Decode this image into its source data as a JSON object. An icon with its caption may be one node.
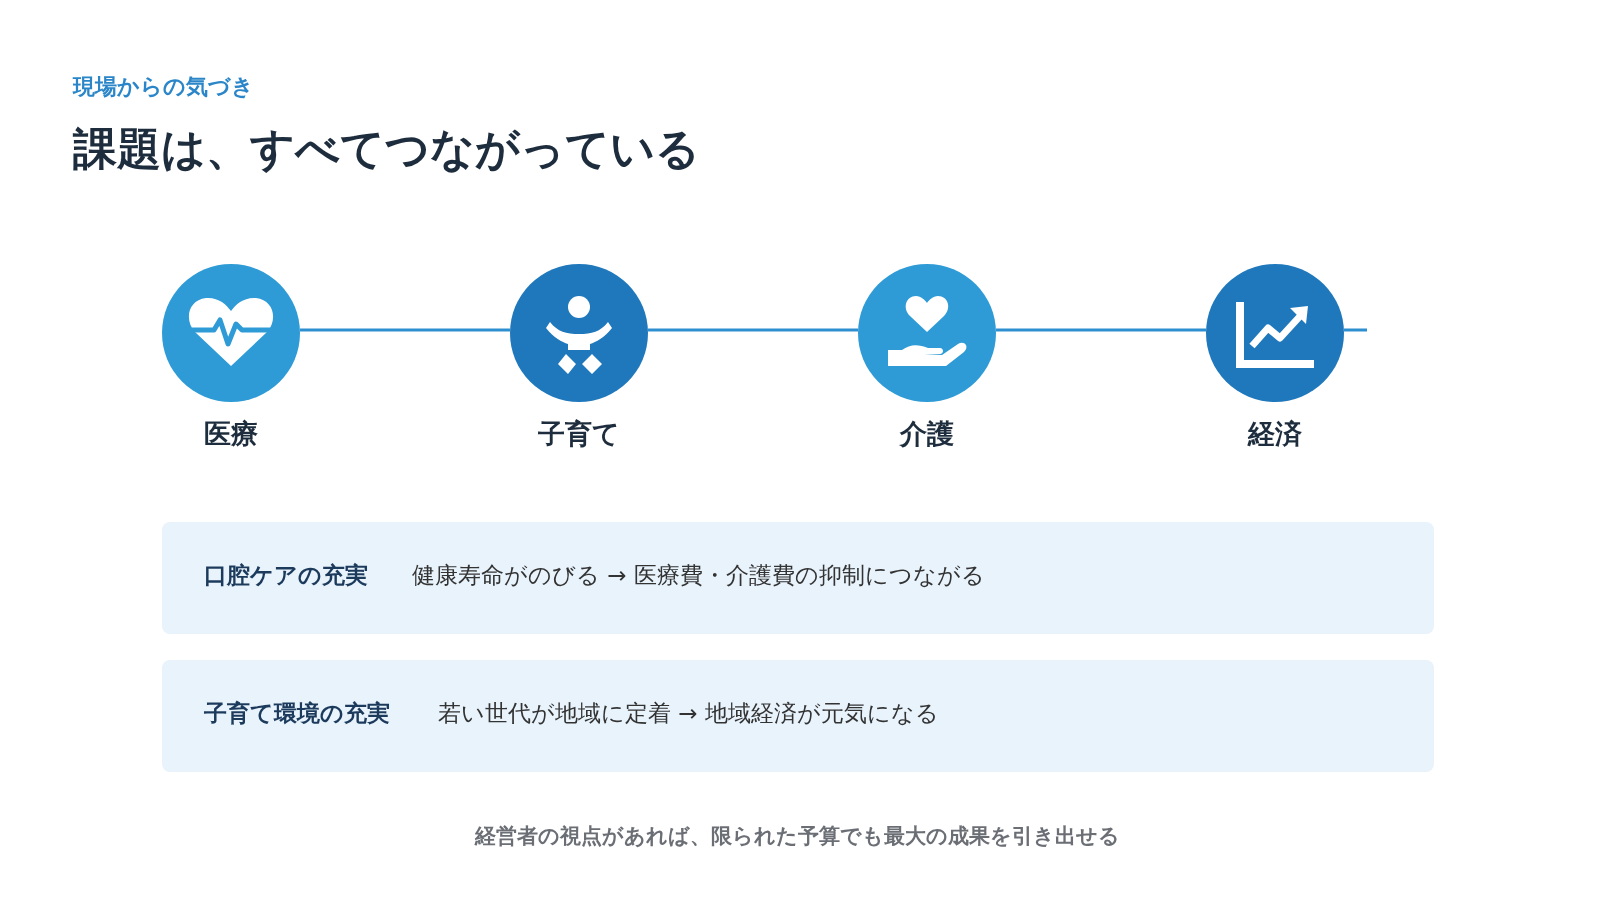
{
  "diagram": {
    "title": "課題は、すべてつながっている",
    "nodes": [
      {
        "text": [
          "医療"
        ]
      },
      {
        "text": [
          "子育て"
        ]
      },
      {
        "text": [
          "介護"
        ]
      },
      {
        "text": [
          "経済"
        ]
      },
      {
        "text": [
          "口腔ケアの充実",
          "健康寿命がのびる → 医療費・介護費の抑制につながる"
        ]
      },
      {
        "text": [
          "子育て環境の充実",
          "若い世代が地域に定着 → 地域経済が元気になる"
        ]
      }
    ],
    "edges": [
      {
        "from": 0,
        "to": 1,
        "arrow": "none"
      },
      {
        "from": 1,
        "to": 2,
        "arrow": "none"
      },
      {
        "from": 2,
        "to": 3,
        "arrow": "none"
      },
      {
        "from": 3,
        "to": null,
        "arrow": "none"
      }
    ],
    "labels": [
      "現場からの気づき",
      "経営者の視点があれば、限られた予算でも最大の成果を引き出せる"
    ]
  }
}
